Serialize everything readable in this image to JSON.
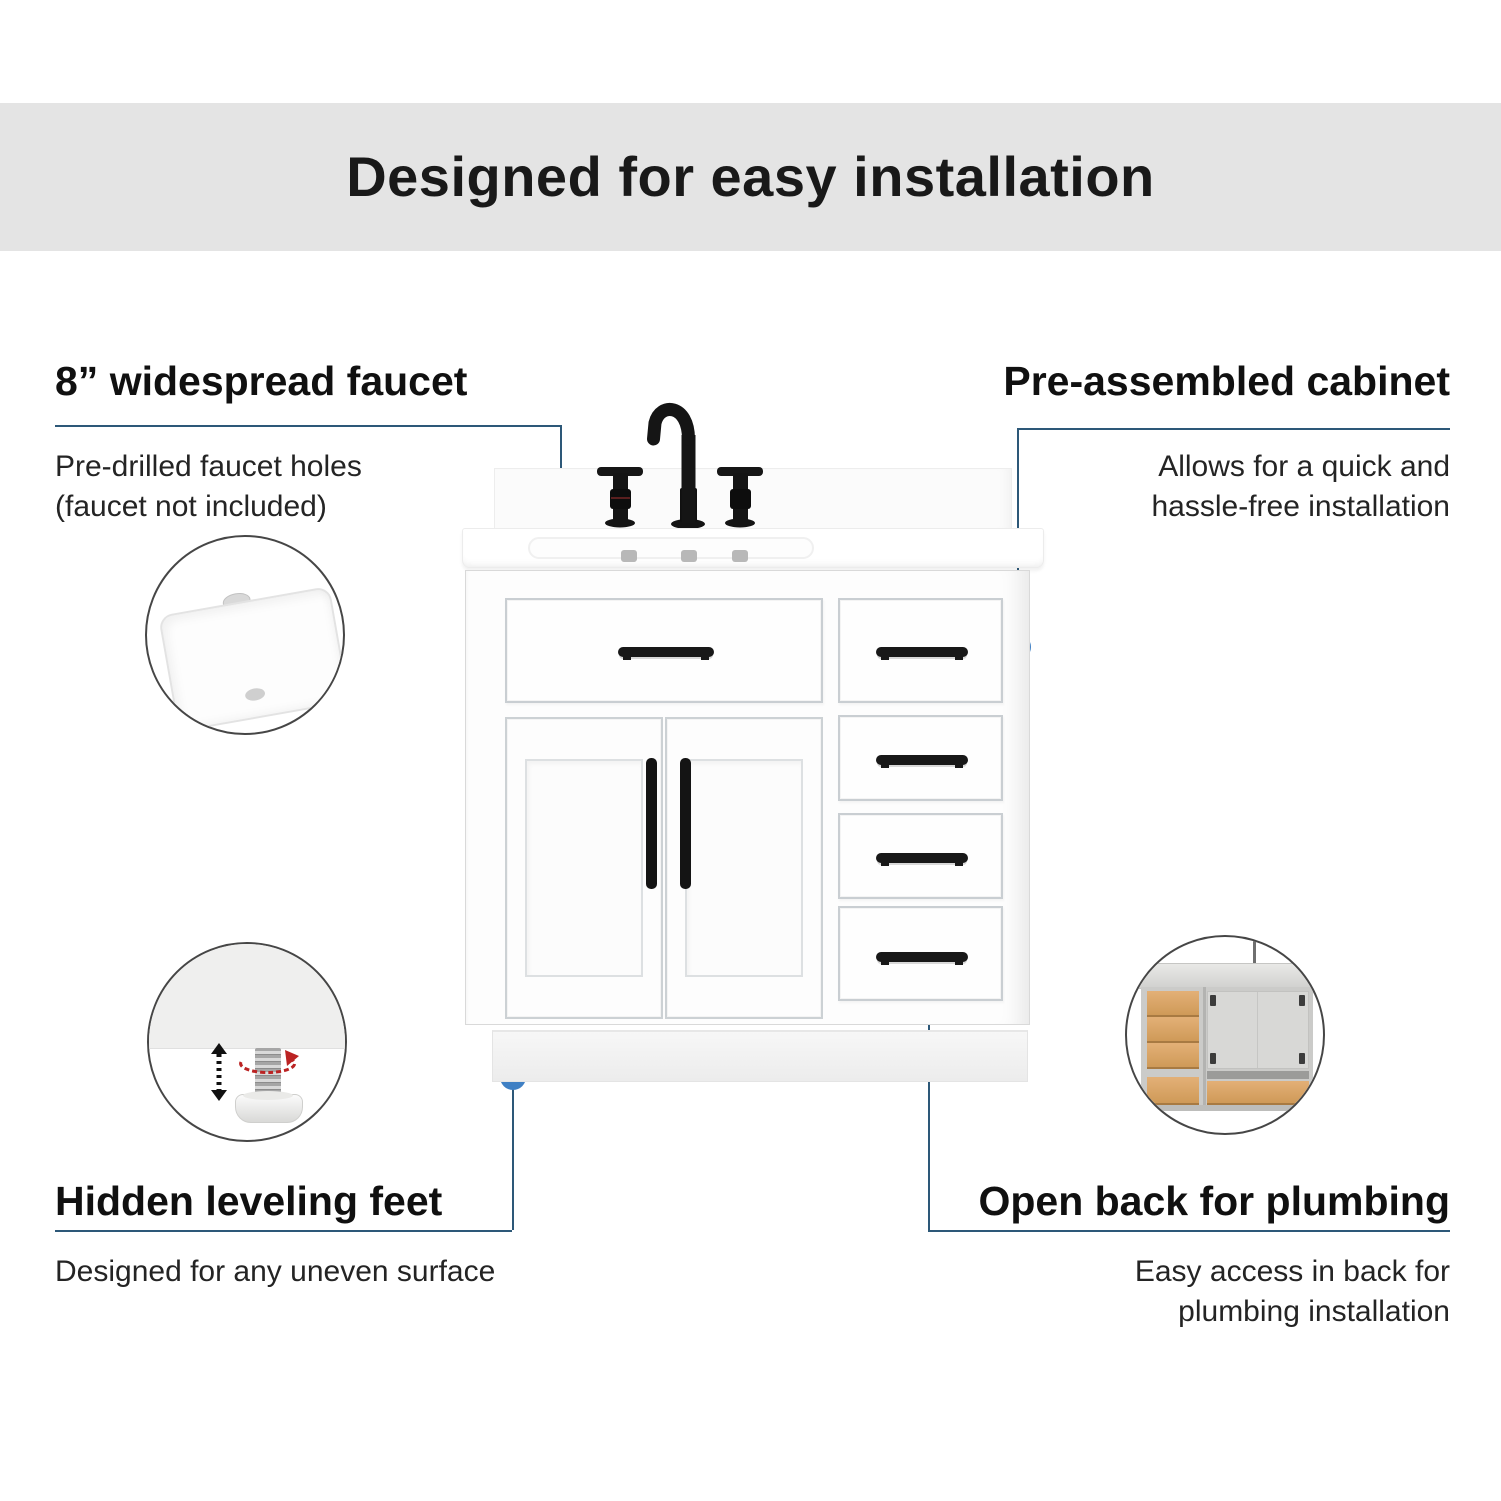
{
  "title": "Designed for easy installation",
  "callouts": {
    "faucet": {
      "heading": "8” widespread faucet",
      "body": "Pre-drilled faucet holes\n(faucet not included)"
    },
    "cabinet": {
      "heading": "Pre-assembled cabinet",
      "body": "Allows for  a quick and\nhassle-free installation"
    },
    "feet": {
      "heading": "Hidden leveling feet",
      "body": "Designed for any uneven surface"
    },
    "plumbing": {
      "heading": "Open back for plumbing",
      "body": "Easy access in back for\nplumbing installation"
    }
  },
  "icons": {
    "connector_dot": "blue-dot-marker",
    "inset_faucet": "sink-basin-closeup",
    "inset_feet": "leveling-foot-closeup",
    "inset_plumbing": "open-back-cabinet-closeup"
  },
  "colors": {
    "band_bg": "#e4e4e4",
    "connector_line": "#2d5878",
    "connector_dot": "#3f80c4",
    "heading_text": "#101010",
    "body_text": "#242424",
    "wood_drawer": "#d9a266"
  }
}
